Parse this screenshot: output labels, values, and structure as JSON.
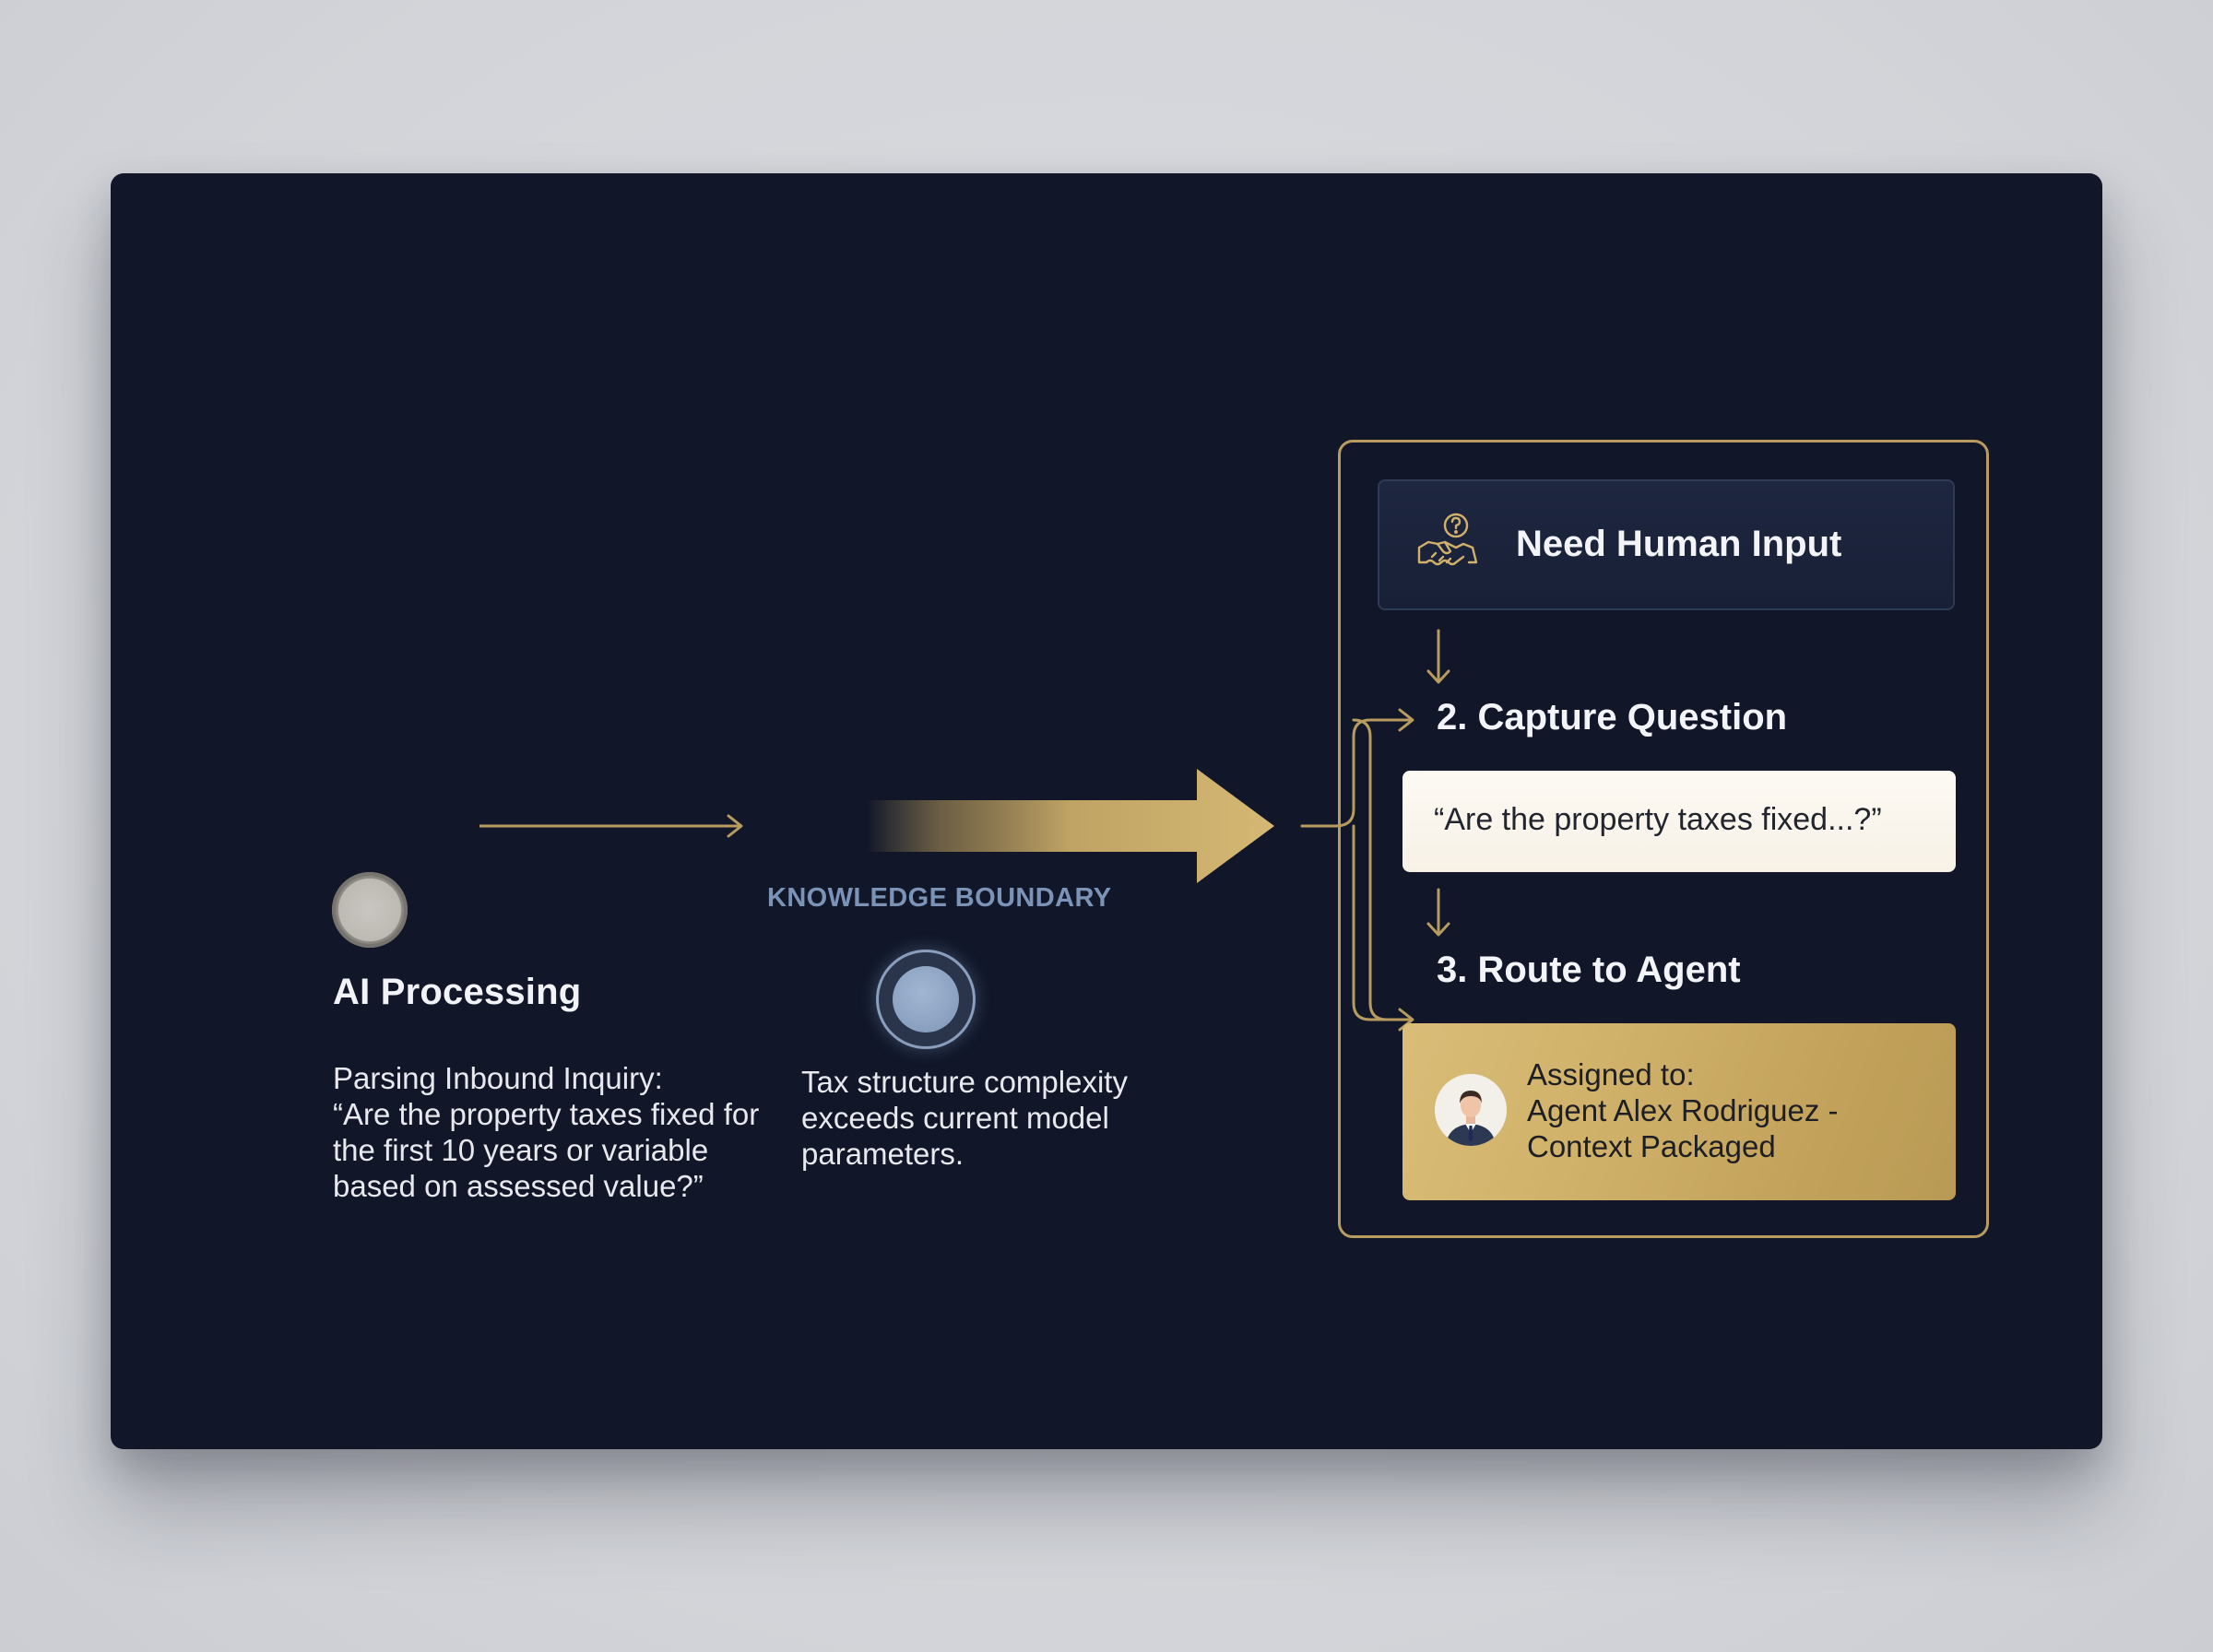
{
  "ai_processing": {
    "title": "AI Processing",
    "description": "Parsing Inbound Inquiry:\n“Are the property taxes fixed for\nthe first 10 years or variable\nbased on assessed value?”"
  },
  "knowledge_boundary": {
    "label": "KNOWLEDGE BOUNDARY",
    "description": "Tax structure complexity\nexceeds current model\nparameters."
  },
  "panel": {
    "need_input": {
      "label": "Need Human Input",
      "icon": "handshake-question-icon"
    },
    "capture": {
      "label": "2. Capture Question",
      "question": "“Are the property taxes fixed...?”"
    },
    "route": {
      "label": "3. Route to Agent",
      "assigned_line1": "Assigned to:",
      "assigned_line2": "Agent Alex Rodriguez -",
      "assigned_line3": "Context Packaged",
      "avatar_icon": "agent-avatar-icon"
    }
  },
  "colors": {
    "background": "#d3d5da",
    "card": "#111729",
    "gold": "#b89b5e",
    "gold_fill": "#cfb068",
    "boundary_text": "#7c93b8",
    "node_blue": "#8aa0bf",
    "node_gray": "#bdb9b3"
  }
}
